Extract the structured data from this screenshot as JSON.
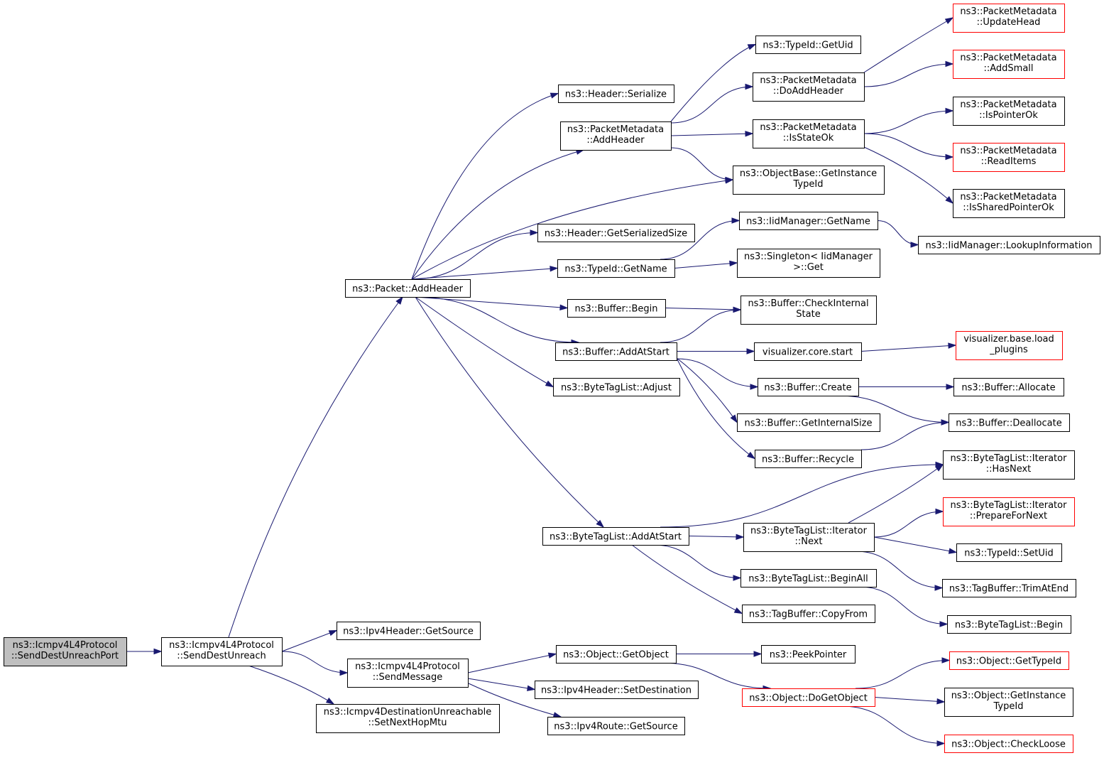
{
  "graph": {
    "nodes": [
      {
        "id": "root",
        "lines": [
          "ns3::Icmpv4L4Protocol",
          "::SendDestUnreachPort"
        ],
        "style": "root"
      },
      {
        "id": "sdu",
        "lines": [
          "ns3::Icmpv4L4Protocol",
          "::SendDestUnreach"
        ]
      },
      {
        "id": "pah",
        "lines": [
          "ns3::Packet::AddHeader"
        ]
      },
      {
        "id": "i4gs",
        "lines": [
          "ns3::Ipv4Header::GetSource"
        ]
      },
      {
        "id": "sm",
        "lines": [
          "ns3::Icmpv4L4Protocol",
          "::SendMessage"
        ]
      },
      {
        "id": "snhm",
        "lines": [
          "ns3::Icmpv4DestinationUnreachable",
          "::SetNextHopMtu"
        ]
      },
      {
        "id": "hser",
        "lines": [
          "ns3::Header::Serialize"
        ]
      },
      {
        "id": "pmah",
        "lines": [
          "ns3::PacketMetadata",
          "::AddHeader"
        ]
      },
      {
        "id": "hgss",
        "lines": [
          "ns3::Header::GetSerializedSize"
        ]
      },
      {
        "id": "tgn",
        "lines": [
          "ns3::TypeId::GetName"
        ]
      },
      {
        "id": "bbeg",
        "lines": [
          "ns3::Buffer::Begin"
        ]
      },
      {
        "id": "bas",
        "lines": [
          "ns3::Buffer::AddAtStart"
        ]
      },
      {
        "id": "btla",
        "lines": [
          "ns3::ByteTagList::Adjust"
        ]
      },
      {
        "id": "btlas",
        "lines": [
          "ns3::ByteTagList::AddAtStart"
        ]
      },
      {
        "id": "ogo",
        "lines": [
          "ns3::Object::GetObject"
        ]
      },
      {
        "id": "i4sd",
        "lines": [
          "ns3::Ipv4Header::SetDestination"
        ]
      },
      {
        "id": "i4rgs",
        "lines": [
          "ns3::Ipv4Route::GetSource"
        ]
      },
      {
        "id": "tgu",
        "lines": [
          "ns3::TypeId::GetUid"
        ]
      },
      {
        "id": "pmdah",
        "lines": [
          "ns3::PacketMetadata",
          "::DoAddHeader"
        ]
      },
      {
        "id": "pmiso",
        "lines": [
          "ns3::PacketMetadata",
          "::IsStateOk"
        ]
      },
      {
        "id": "obgi",
        "lines": [
          "ns3::ObjectBase::GetInstance",
          "TypeId"
        ]
      },
      {
        "id": "imgn",
        "lines": [
          "ns3::IidManager::GetName"
        ]
      },
      {
        "id": "sig",
        "lines": [
          "ns3::Singleton< IidManager",
          ">::Get"
        ]
      },
      {
        "id": "bcis",
        "lines": [
          "ns3::Buffer::CheckInternal",
          "State"
        ]
      },
      {
        "id": "vcs",
        "lines": [
          "visualizer.core.start"
        ]
      },
      {
        "id": "bcr",
        "lines": [
          "ns3::Buffer::Create"
        ]
      },
      {
        "id": "bgis",
        "lines": [
          "ns3::Buffer::GetInternalSize"
        ]
      },
      {
        "id": "brec",
        "lines": [
          "ns3::Buffer::Recycle"
        ]
      },
      {
        "id": "btlin",
        "lines": [
          "ns3::ByteTagList::Iterator",
          "::Next"
        ]
      },
      {
        "id": "btlba",
        "lines": [
          "ns3::ByteTagList::BeginAll"
        ]
      },
      {
        "id": "tbcf",
        "lines": [
          "ns3::TagBuffer::CopyFrom"
        ]
      },
      {
        "id": "pp",
        "lines": [
          "ns3::PeekPointer"
        ]
      },
      {
        "id": "odgo",
        "lines": [
          "ns3::Object::DoGetObject"
        ],
        "style": "trunc"
      },
      {
        "id": "pmuh",
        "lines": [
          "ns3::PacketMetadata",
          "::UpdateHead"
        ],
        "style": "trunc"
      },
      {
        "id": "pmas",
        "lines": [
          "ns3::PacketMetadata",
          "::AddSmall"
        ],
        "style": "trunc"
      },
      {
        "id": "pmipo",
        "lines": [
          "ns3::PacketMetadata",
          "::IsPointerOk"
        ]
      },
      {
        "id": "pmri",
        "lines": [
          "ns3::PacketMetadata",
          "::ReadItems"
        ],
        "style": "trunc"
      },
      {
        "id": "pmispo",
        "lines": [
          "ns3::PacketMetadata",
          "::IsSharedPointerOk"
        ]
      },
      {
        "id": "imli",
        "lines": [
          "ns3::IidManager::LookupInformation"
        ]
      },
      {
        "id": "vblp",
        "lines": [
          "visualizer.base.load",
          "_plugins"
        ],
        "style": "trunc"
      },
      {
        "id": "balloc",
        "lines": [
          "ns3::Buffer::Allocate"
        ]
      },
      {
        "id": "bdealloc",
        "lines": [
          "ns3::Buffer::Deallocate"
        ]
      },
      {
        "id": "btlihn",
        "lines": [
          "ns3::ByteTagList::Iterator",
          "::HasNext"
        ]
      },
      {
        "id": "btlipfn",
        "lines": [
          "ns3::ByteTagList::Iterator",
          "::PrepareForNext"
        ],
        "style": "trunc"
      },
      {
        "id": "tgsu",
        "lines": [
          "ns3::TypeId::SetUid"
        ]
      },
      {
        "id": "tbtae",
        "lines": [
          "ns3::TagBuffer::TrimAtEnd"
        ]
      },
      {
        "id": "btlb",
        "lines": [
          "ns3::ByteTagList::Begin"
        ]
      },
      {
        "id": "ogti",
        "lines": [
          "ns3::Object::GetTypeId"
        ],
        "style": "trunc"
      },
      {
        "id": "ogiti",
        "lines": [
          "ns3::Object::GetInstance",
          "TypeId"
        ]
      },
      {
        "id": "ocl",
        "lines": [
          "ns3::Object::CheckLoose"
        ],
        "style": "trunc"
      }
    ],
    "edges": [
      [
        "root",
        "sdu"
      ],
      [
        "sdu",
        "pah"
      ],
      [
        "sdu",
        "i4gs"
      ],
      [
        "sdu",
        "sm"
      ],
      [
        "sdu",
        "snhm"
      ],
      [
        "pah",
        "hser"
      ],
      [
        "pah",
        "pmah"
      ],
      [
        "pah",
        "obgi"
      ],
      [
        "pah",
        "hgss"
      ],
      [
        "pah",
        "tgn"
      ],
      [
        "pah",
        "bbeg"
      ],
      [
        "pah",
        "bas"
      ],
      [
        "pah",
        "btla"
      ],
      [
        "pah",
        "btlas"
      ],
      [
        "pmah",
        "tgu"
      ],
      [
        "pmah",
        "pmdah"
      ],
      [
        "pmah",
        "pmiso"
      ],
      [
        "pmah",
        "obgi"
      ],
      [
        "pmdah",
        "pmuh"
      ],
      [
        "pmdah",
        "pmas"
      ],
      [
        "pmiso",
        "pmipo"
      ],
      [
        "pmiso",
        "pmri"
      ],
      [
        "pmiso",
        "pmispo"
      ],
      [
        "tgn",
        "imgn"
      ],
      [
        "tgn",
        "sig"
      ],
      [
        "imgn",
        "imli"
      ],
      [
        "bbeg",
        "bcis"
      ],
      [
        "bas",
        "bcis"
      ],
      [
        "bas",
        "vcs"
      ],
      [
        "bas",
        "bcr"
      ],
      [
        "bas",
        "bgis"
      ],
      [
        "bas",
        "brec"
      ],
      [
        "vcs",
        "vblp"
      ],
      [
        "bcr",
        "balloc"
      ],
      [
        "bcr",
        "bdealloc"
      ],
      [
        "brec",
        "bdealloc"
      ],
      [
        "btlas",
        "btlihn"
      ],
      [
        "btlas",
        "btlin"
      ],
      [
        "btlas",
        "btlba"
      ],
      [
        "btlas",
        "tbcf"
      ],
      [
        "btlin",
        "btlihn"
      ],
      [
        "btlin",
        "btlipfn"
      ],
      [
        "btlin",
        "tgsu"
      ],
      [
        "btlin",
        "tbtae"
      ],
      [
        "btlba",
        "btlb"
      ],
      [
        "sm",
        "ogo"
      ],
      [
        "sm",
        "i4sd"
      ],
      [
        "sm",
        "i4rgs"
      ],
      [
        "ogo",
        "pp"
      ],
      [
        "ogo",
        "odgo"
      ],
      [
        "odgo",
        "ogti"
      ],
      [
        "odgo",
        "ogiti"
      ],
      [
        "odgo",
        "ocl"
      ]
    ]
  }
}
